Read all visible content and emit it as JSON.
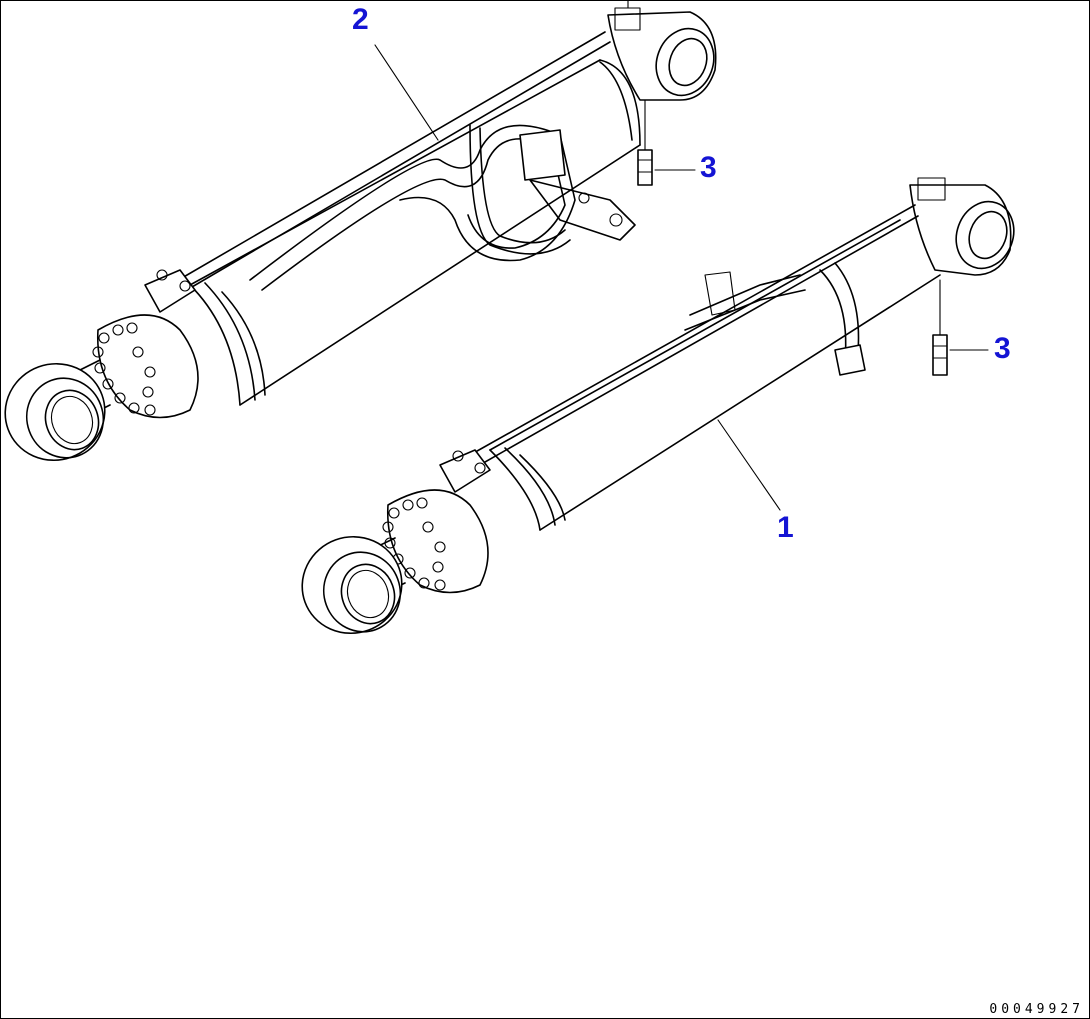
{
  "callouts": [
    {
      "id": "callout-1",
      "label": "1",
      "part": "hydraulic cylinder (front)"
    },
    {
      "id": "callout-2",
      "label": "2",
      "part": "hydraulic cylinder with piping (rear)"
    },
    {
      "id": "callout-3a",
      "label": "3",
      "part": "fitting on rear cylinder"
    },
    {
      "id": "callout-3b",
      "label": "3",
      "part": "fitting on front cylinder"
    }
  ],
  "drawing_code": "00049927",
  "colors": {
    "callout": "#1414d4",
    "line": "#000000",
    "background": "#ffffff"
  }
}
